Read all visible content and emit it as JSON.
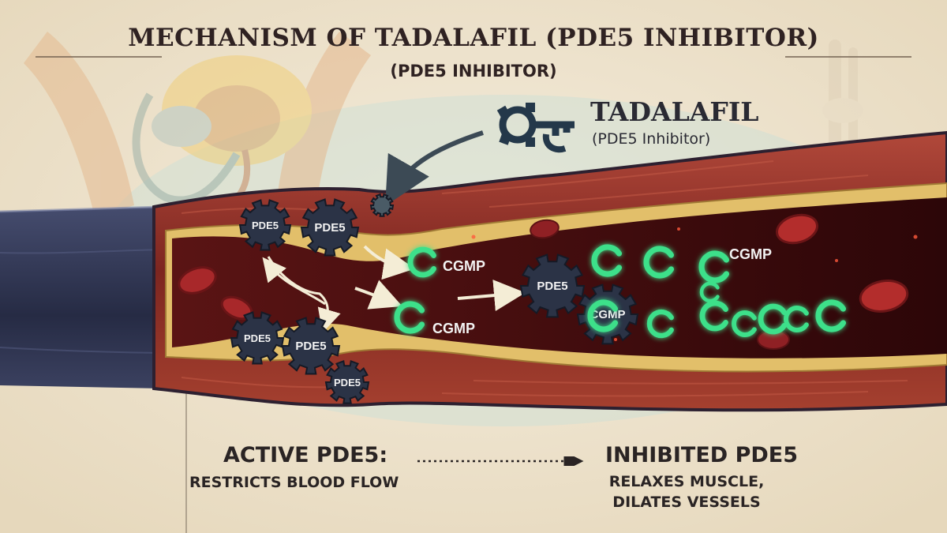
{
  "title": "MECHANISM OF TADALAFIL (PDE5 INHIBITOR)",
  "subtitle": "(PDE5 INHIBITOR)",
  "drug": {
    "name": "TADALAFIL",
    "subtitle": "(PDE5 Inhibitor)"
  },
  "enzyme_label": "PDE5",
  "messenger_label": "CGMP",
  "left_caption": {
    "heading": "ACTIVE PDE5:",
    "text": "RESTRICTS BLOOD FLOW"
  },
  "right_caption": {
    "heading": "INHIBITED PDE5",
    "line1": "RELAXES MUSCLE,",
    "line2": "DILATES VESSELS"
  },
  "colors": {
    "background": "#efe6d2",
    "vessel_wall": "#8a2f26",
    "lumen": "#3a0b0e",
    "endothelium": "#e2bf6a",
    "outer_sheath": "#2e3452",
    "enzyme": "#2b3346",
    "cgmp_glow": "#3ee08a",
    "drug_key": "#24384a"
  },
  "icons": [
    "key-icon",
    "gear-icon",
    "cgmp-ring-icon",
    "blood-cell-icon"
  ]
}
